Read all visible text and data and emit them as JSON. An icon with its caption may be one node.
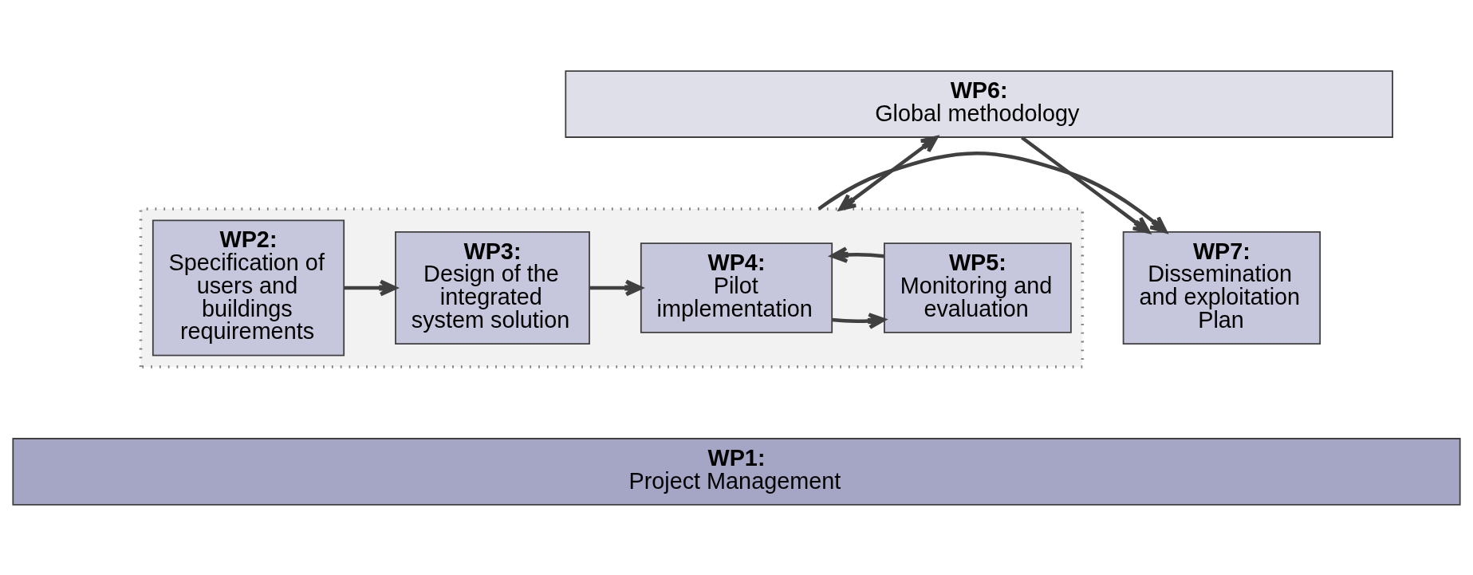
{
  "diagram": {
    "nodes": [
      {
        "text": [
          "WP6:",
          "Global methodology"
        ]
      },
      {
        "text": [],
        "shape": "box"
      },
      {
        "text": [
          "WP2:",
          "Specification of users and buildings requirements"
        ],
        "in": 1
      },
      {
        "text": [
          "WP3:",
          "Design of the integrated system solution"
        ],
        "in": 1
      },
      {
        "text": [
          "WP4:",
          "Pilot implementation"
        ],
        "in": 1
      },
      {
        "text": [
          "WP5:",
          "Monitoring and evaluation"
        ],
        "in": 1
      },
      {
        "text": [
          "WP7:",
          "Dissemination and exploitation Plan"
        ]
      },
      {
        "text": [
          "WP1:",
          "Project Management"
        ]
      }
    ],
    "edges": [
      {
        "from": 0,
        "to": 1,
        "arrow": "both"
      },
      {
        "from": 0,
        "to": 6,
        "arrow": "to"
      },
      {
        "from": 2,
        "to": 3,
        "arrow": "to"
      },
      {
        "from": 3,
        "to": 4,
        "arrow": "to"
      },
      {
        "from": 4,
        "to": 5,
        "arrow": "to"
      },
      {
        "from": 5,
        "to": 4,
        "arrow": "to"
      },
      {
        "from": 1,
        "to": 6,
        "arrow": "to"
      }
    ]
  }
}
